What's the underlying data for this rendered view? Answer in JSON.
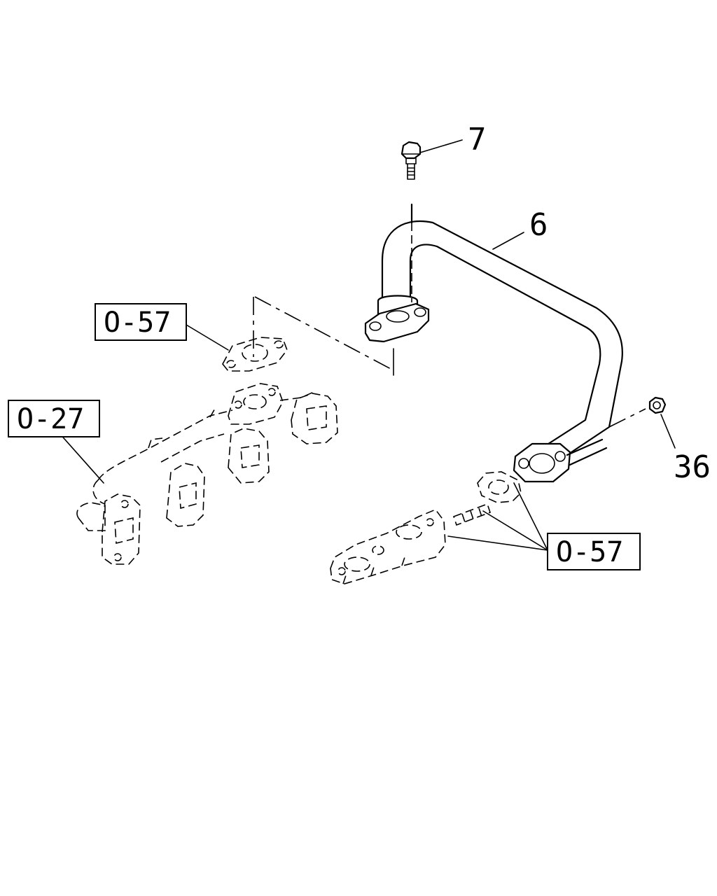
{
  "callouts": {
    "bolt": "7",
    "pipe": "6",
    "nut": "36"
  },
  "references": {
    "gasket_upper": "O-57",
    "manifold": "O-27",
    "gasket_lower": "O-57"
  }
}
